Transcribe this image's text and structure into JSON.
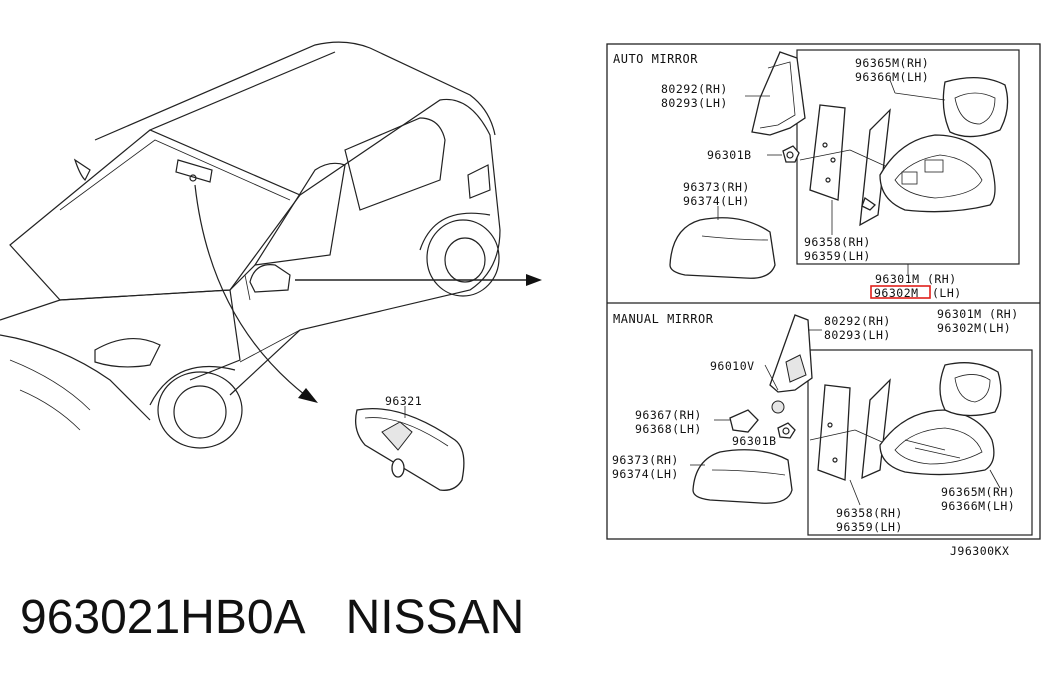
{
  "sections": {
    "auto": {
      "title": "AUTO MIRROR",
      "labels": {
        "bracket_rh": "80292(RH)",
        "bracket_lh": "80293(LH)",
        "glass_rh": "96365M(RH)",
        "glass_lh": "96366M(LH)",
        "screw": "96301B",
        "cover_rh": "96373(RH)",
        "cover_lh": "96374(LH)",
        "actuator_rh": "96358(RH)",
        "actuator_lh": "96359(LH)",
        "assy_rh": "96301M (RH)",
        "assy_lh_part": "96302M",
        "assy_lh_side": "(LH)"
      }
    },
    "manual": {
      "title": "MANUAL MIRROR",
      "labels": {
        "bracket_rh": "80292(RH)",
        "bracket_lh": "80293(LH)",
        "assy_rh": "96301M (RH)",
        "assy_lh": "96302M(LH)",
        "lever": "96010V",
        "knob_rh": "96367(RH)",
        "knob_lh": "96368(LH)",
        "screw": "96301B",
        "cover_rh": "96373(RH)",
        "cover_lh": "96374(LH)",
        "glass_rh": "96365M(RH)",
        "glass_lh": "96366M(LH)",
        "actuator_rh": "96358(RH)",
        "actuator_lh": "96359(LH)"
      }
    }
  },
  "inside_mirror_label": "96321",
  "diagram_code": "J96300KX",
  "caption": {
    "part_number": "963021HB0A",
    "brand": "NISSAN"
  },
  "colors": {
    "highlight": "#e0201b",
    "line": "#222222"
  }
}
